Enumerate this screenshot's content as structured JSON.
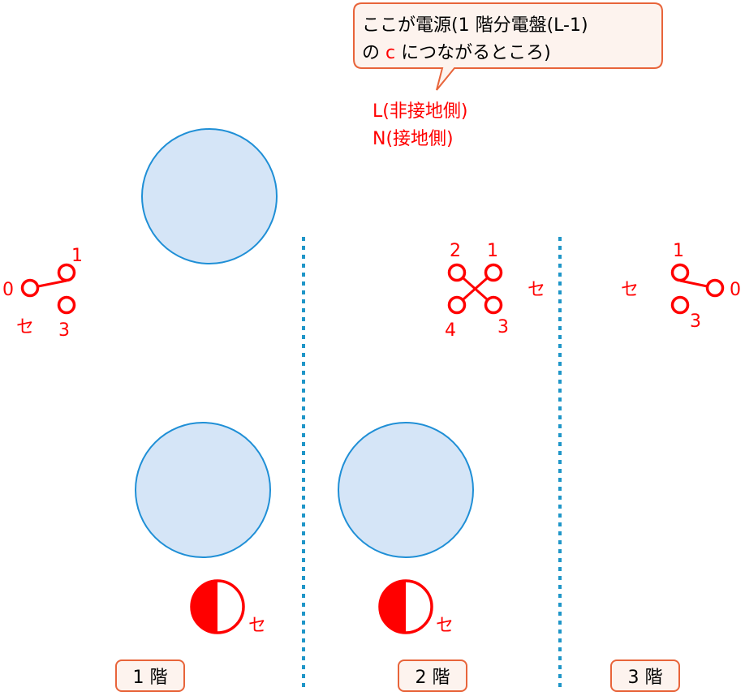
{
  "callout": {
    "line1": "ここが電源(1 階分電盤(L-1)",
    "line2_pre": "の ",
    "line2_c": "c",
    "line2_post": " につながるところ)"
  },
  "power_labels": {
    "l": "L(非接地側)",
    "n": "N(接地側)"
  },
  "switch_left": {
    "t0": "0",
    "t1": "1",
    "t3": "3",
    "mark": "セ"
  },
  "switch_center": {
    "t1": "1",
    "t2": "2",
    "t3": "3",
    "t4": "4",
    "mark": "セ"
  },
  "switch_right": {
    "t0": "0",
    "t1": "1",
    "t3": "3",
    "mark": "セ"
  },
  "outlet_1": {
    "mark": "セ"
  },
  "outlet_2": {
    "mark": "セ"
  },
  "floors": {
    "f1": "1 階",
    "f2": "2 階",
    "f3": "3 階"
  },
  "colors": {
    "accent": "#ff0000",
    "fixture_fill": "#d5e5f7",
    "fixture_stroke": "#1f8fd6",
    "divider": "#1f96c8",
    "box_stroke": "#e8643a",
    "box_fill": "#fdf3ee"
  }
}
